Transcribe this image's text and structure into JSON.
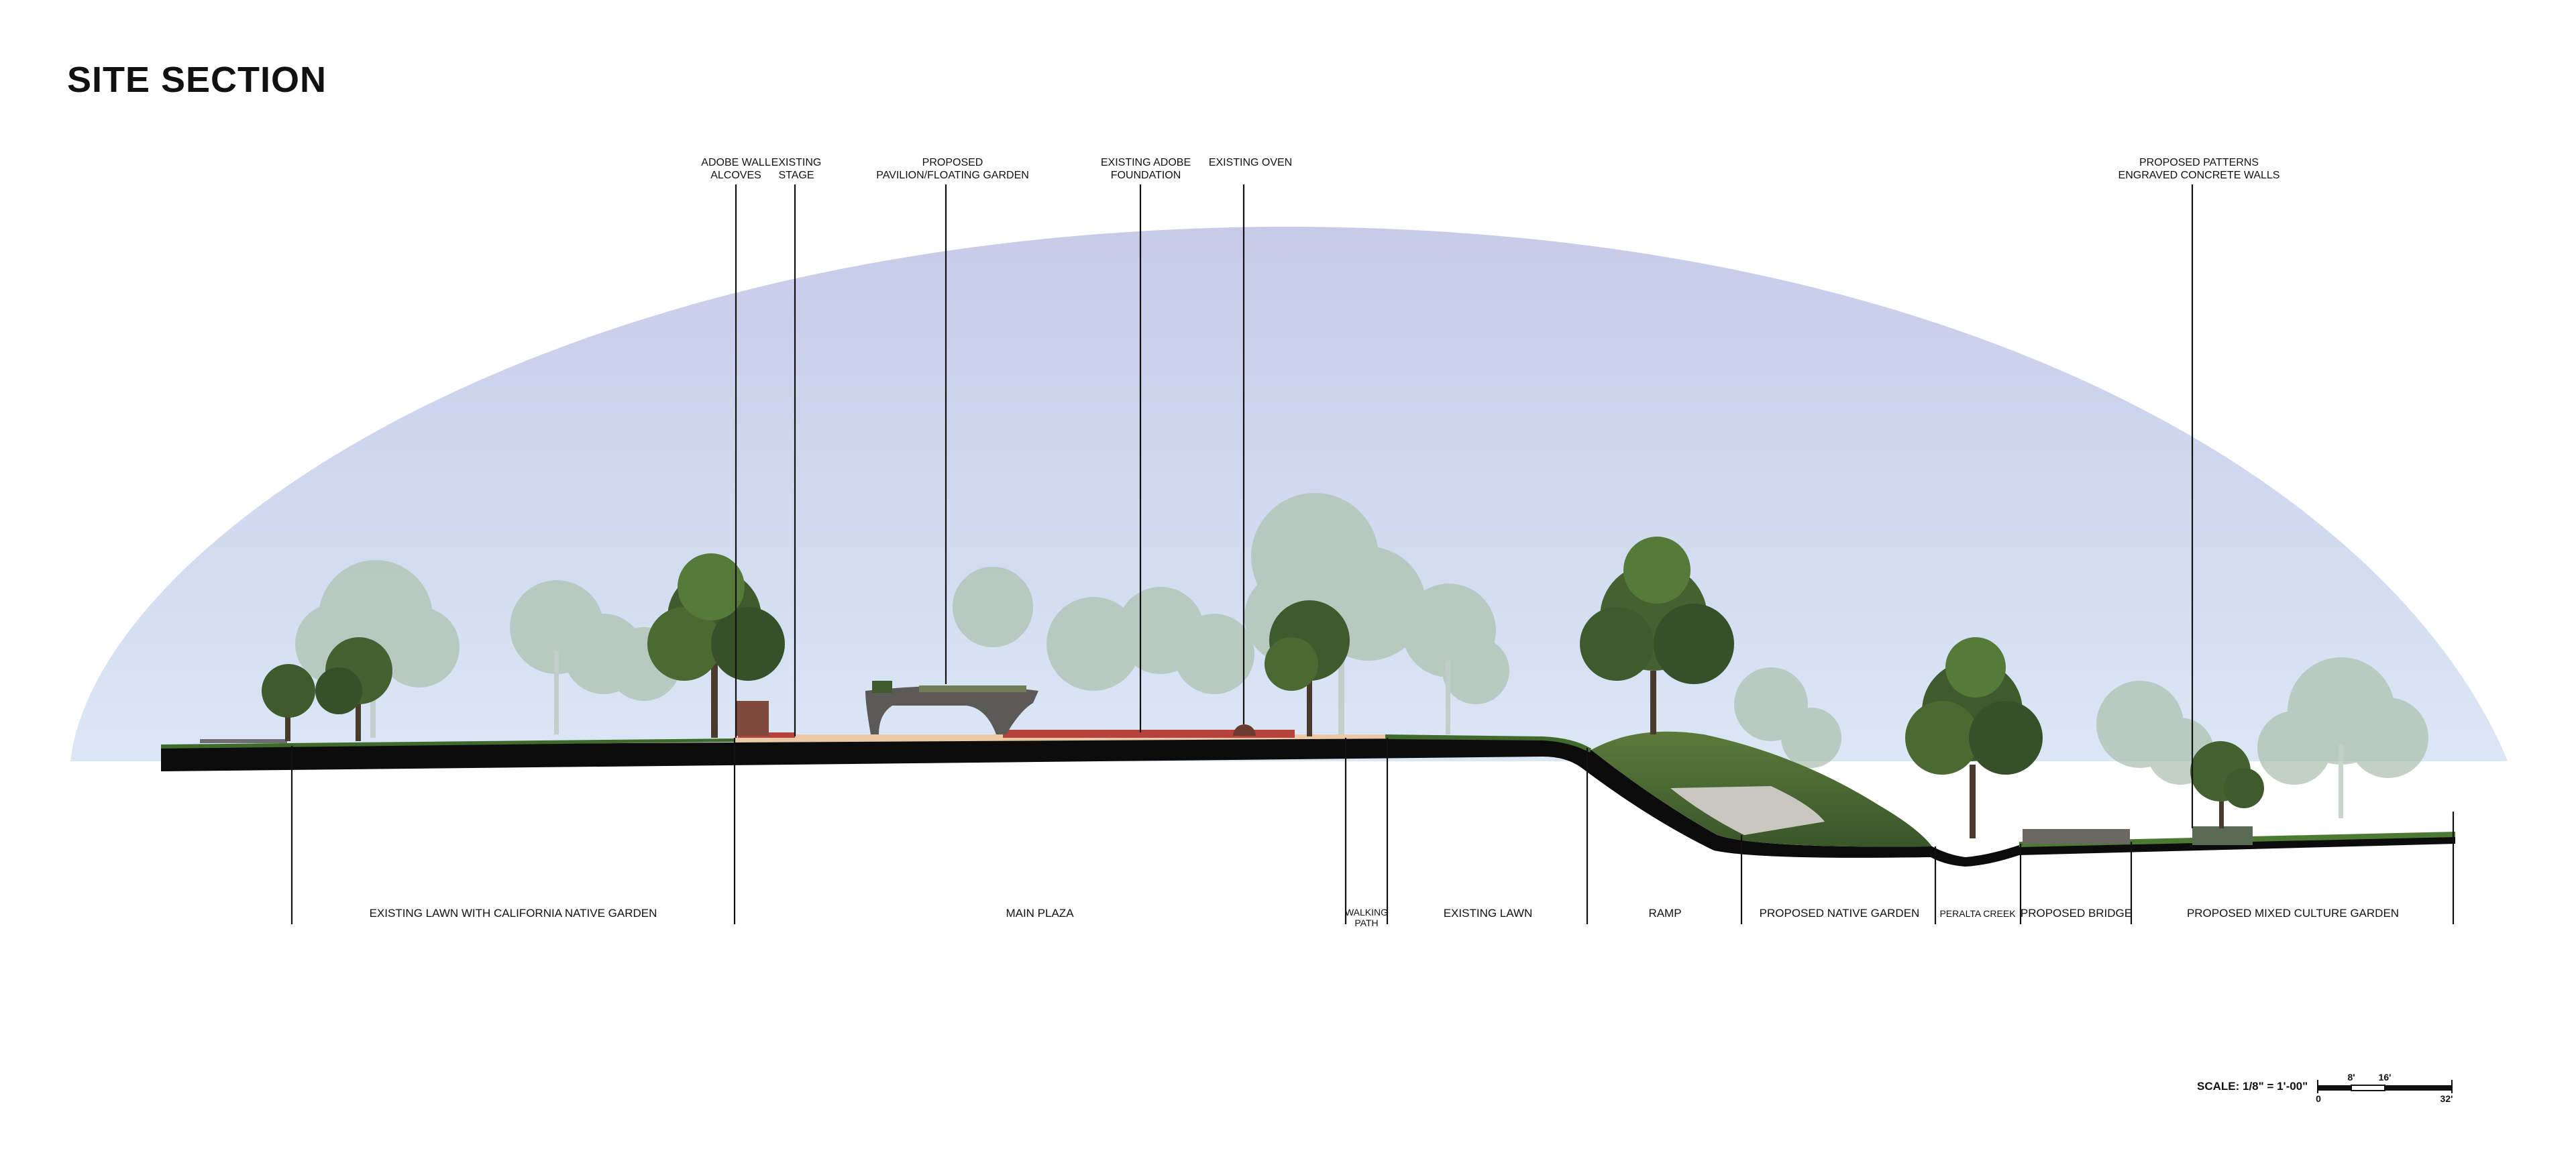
{
  "title": "SITE SECTION",
  "callouts": [
    {
      "id": "adobe-wall-alcoves",
      "text": "ADOBE WALL\nALCOVES"
    },
    {
      "id": "existing-stage",
      "text": "EXISTING\nSTAGE"
    },
    {
      "id": "proposed-pavilion",
      "text": "PROPOSED\nPAVILION/FLOATING GARDEN"
    },
    {
      "id": "existing-adobe-foundation",
      "text": "EXISTING ADOBE\nFOUNDATION"
    },
    {
      "id": "existing-oven",
      "text": "EXISTING OVEN"
    },
    {
      "id": "proposed-patterns",
      "text": "PROPOSED PATTERNS\nENGRAVED CONCRETE WALLS"
    }
  ],
  "zones": [
    {
      "id": "existing-lawn-california",
      "text": "EXISTING LAWN WITH CALIFORNIA NATIVE GARDEN"
    },
    {
      "id": "main-plaza",
      "text": "MAIN PLAZA"
    },
    {
      "id": "walking-path",
      "text": "WALKING\nPATH"
    },
    {
      "id": "existing-lawn",
      "text": "EXISTING LAWN"
    },
    {
      "id": "ramp",
      "text": "RAMP"
    },
    {
      "id": "proposed-native-garden",
      "text": "PROPOSED NATIVE GARDEN"
    },
    {
      "id": "peralta-creek",
      "text": "PERALTA CREEK"
    },
    {
      "id": "proposed-bridge",
      "text": "PROPOSED BRIDGE"
    },
    {
      "id": "proposed-mixed-culture-garden",
      "text": "PROPOSED MIXED CULTURE GARDEN"
    }
  ],
  "scale": {
    "label": "SCALE: 1/8\" = 1'-00\"",
    "ticks": [
      "0",
      "8'",
      "16'",
      "32'"
    ]
  },
  "colors": {
    "sky_top": "#c9cde9",
    "sky_bottom": "#dbe9f6",
    "ground": "#0c0c0c",
    "grass": "#3f6a2c",
    "plaza": "#e9c9a8",
    "bench": "#b5423d",
    "tree_dark": "#3f5a2c",
    "tree_fog": "#a9bfae"
  }
}
